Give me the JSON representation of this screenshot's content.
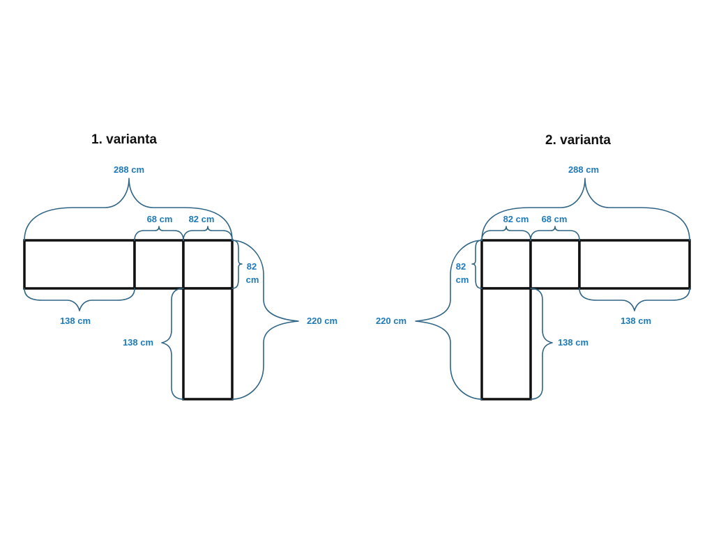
{
  "colors": {
    "dimension": "#1f7ab8",
    "brace": "#2f6485",
    "outline": "#111111",
    "background": "#ffffff"
  },
  "variants": [
    {
      "title": "1. varianta",
      "dimensions": {
        "total_width": "288 cm",
        "seg_a": "68 cm",
        "seg_b": "82 cm",
        "depth_a": "82",
        "depth_b": "cm",
        "bottom": "138 cm",
        "leg": "138 cm",
        "total_height": "220 cm"
      }
    },
    {
      "title": "2. varianta",
      "dimensions": {
        "total_width": "288 cm",
        "seg_a": "82 cm",
        "seg_b": "68 cm",
        "depth_a": "82",
        "depth_b": "cm",
        "bottom": "138 cm",
        "leg": "138 cm",
        "total_height": "220 cm"
      }
    }
  ]
}
